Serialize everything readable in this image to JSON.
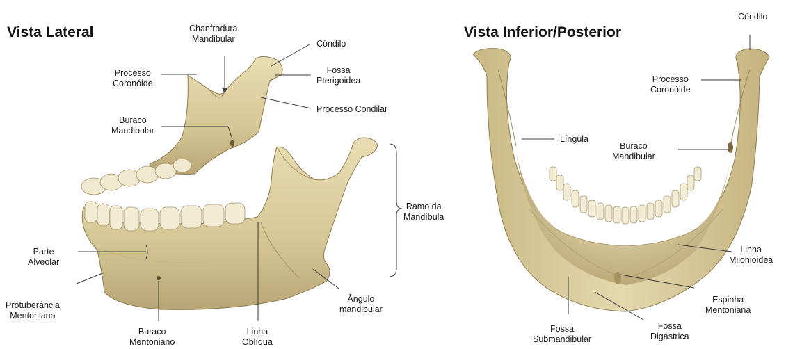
{
  "titles": {
    "lateral": "Vista Lateral",
    "inferior": "Vista Inferior/Posterior"
  },
  "lateral_labels": {
    "chanfradura": [
      "Chanfradura",
      "Mandibular"
    ],
    "condilo": [
      "Côndilo"
    ],
    "processo_coronoide": [
      "Processo",
      "Coronóide"
    ],
    "fossa_pterigoidea": [
      "Fossa",
      "Pterigoidea"
    ],
    "processo_condilar": [
      "Processo Condilar"
    ],
    "buraco_mandibular": [
      "Buraco",
      "Mandibular"
    ],
    "ramo": [
      "Ramo da",
      "Mandíbula"
    ],
    "parte_alveolar": [
      "Parte",
      "Alveolar"
    ],
    "protuberancia": [
      "Protuberância",
      "Mentoniana"
    ],
    "buraco_mentoniano": [
      "Buraco",
      "Mentoniano"
    ],
    "linha_obliqua": [
      "Linha",
      "Oblíqua"
    ],
    "angulo": [
      "Ângulo",
      "mandibular"
    ]
  },
  "inferior_labels": {
    "condilo": [
      "Côndilo"
    ],
    "processo_coronoide": [
      "Processo",
      "Coronóide"
    ],
    "lingula": [
      "Língula"
    ],
    "buraco_mandibular": [
      "Buraco",
      "Mandibular"
    ],
    "linha_milohioidea": [
      "Linha",
      "Milohioidea"
    ],
    "espinha_mentoniana": [
      "Espinha",
      "Mentoniana"
    ],
    "fossa_submandibular": [
      "Fossa",
      "Submandibular"
    ],
    "fossa_digastrica": [
      "Fossa",
      "Digástrica"
    ]
  },
  "colors": {
    "bone": "#d9cb9b",
    "bone_shadow": "#a8956a",
    "bone_light": "#efe5c3",
    "tooth": "#f3ecd4",
    "leader": "#3a3a3a"
  }
}
